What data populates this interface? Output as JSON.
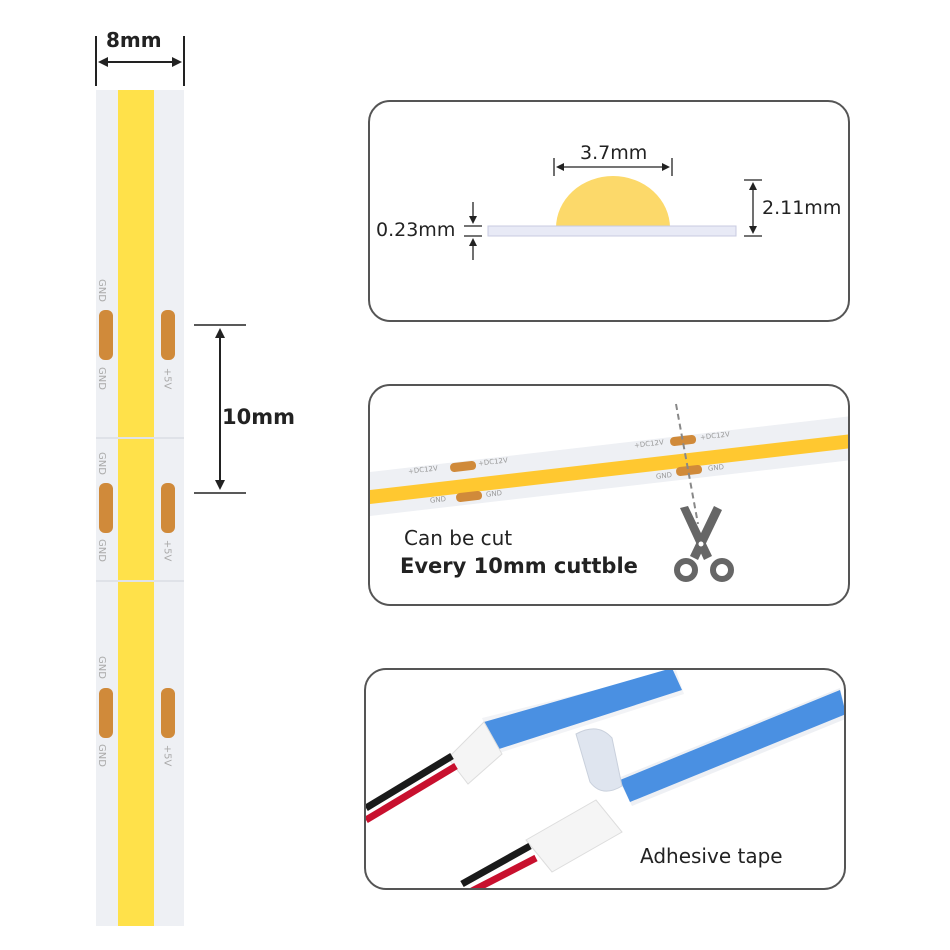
{
  "strip": {
    "width_label": "8mm",
    "pitch_label": "10mm",
    "gnd_label": "GND",
    "pos_label": "+5V",
    "led_color": "#ffe14a",
    "pad_color": "#d08a3a"
  },
  "profile_panel": {
    "chip_width": "3.7mm",
    "chip_height": "2.11mm",
    "pcb_thickness": "0.23mm",
    "chip_color": "#fcd96a",
    "pcb_color": "#e8eaf6"
  },
  "cut_panel": {
    "pad_label_dc": "+DC12V",
    "pad_label_gnd": "GND",
    "caption_line1": "Can be cut",
    "caption_line2": "Every 10mm cuttble",
    "scissors_icon": "scissors-icon"
  },
  "tape_panel": {
    "caption": "Adhesive tape",
    "tape_color": "#4a90e2"
  }
}
